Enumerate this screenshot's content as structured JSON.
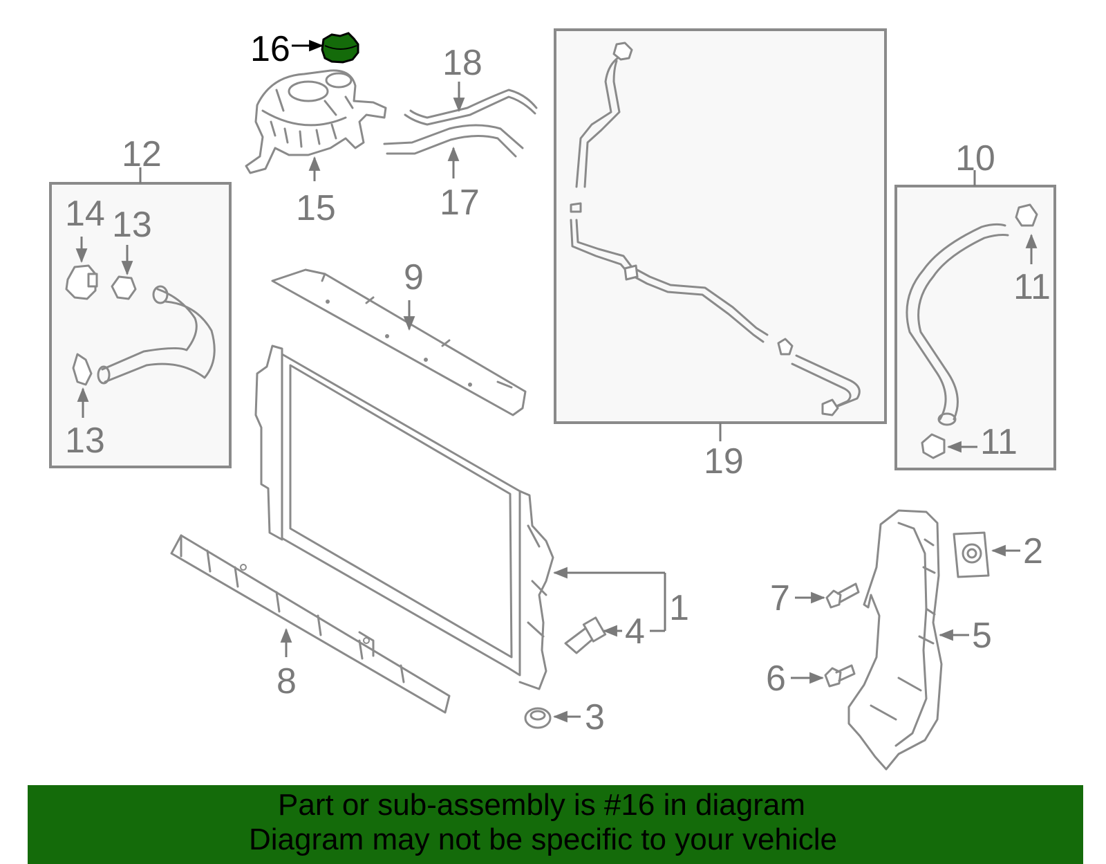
{
  "diagram": {
    "highlight_color": "#146b0a",
    "line_color": "#8a8a8a",
    "callouts": {
      "c1": "1",
      "c2": "2",
      "c3": "3",
      "c4": "4",
      "c5": "5",
      "c6": "6",
      "c7": "7",
      "c8": "8",
      "c9": "9",
      "c10": "10",
      "c11a": "11",
      "c11b": "11",
      "c12": "12",
      "c13a": "13",
      "c13b": "13",
      "c14": "14",
      "c15": "15",
      "c16": "16",
      "c17": "17",
      "c18": "18",
      "c19": "19"
    }
  },
  "banner": {
    "line1": "Part or sub-assembly is #16 in diagram",
    "line2": "Diagram may not be specific to your vehicle",
    "background": "#146b0a"
  }
}
